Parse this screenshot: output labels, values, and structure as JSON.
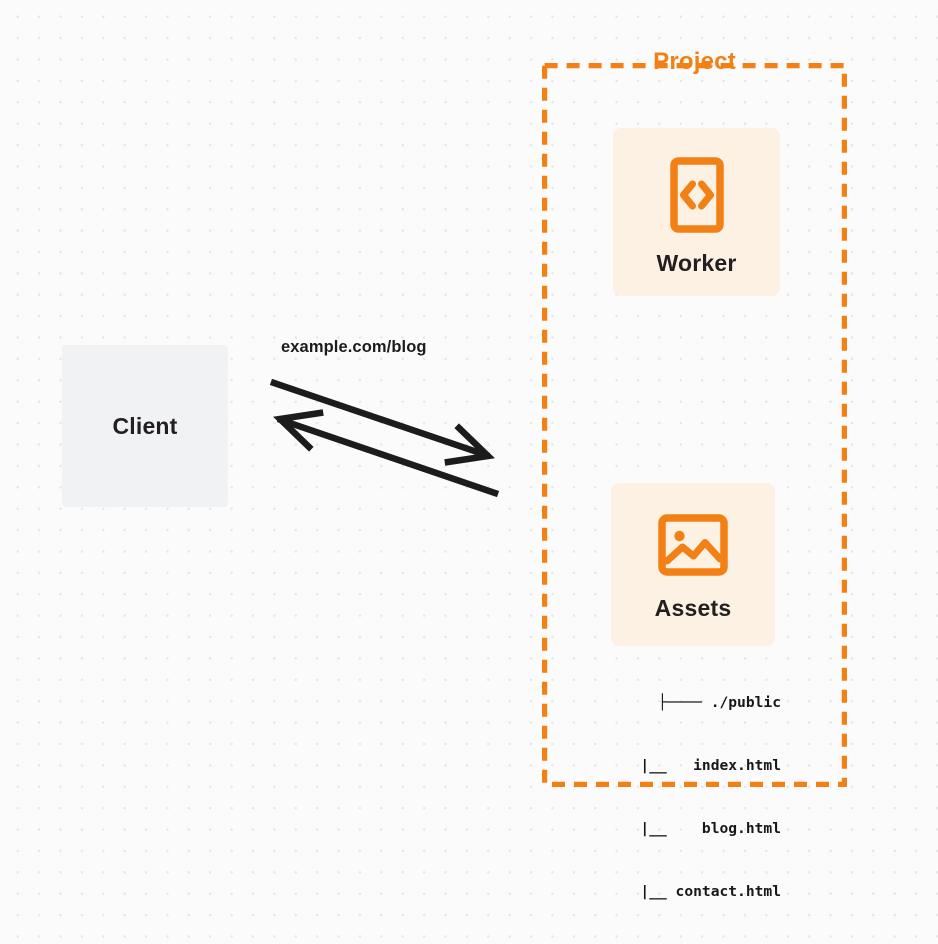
{
  "diagram": {
    "type": "architecture-flow",
    "background": {
      "color": "#fbfbfb",
      "dot_grid_color": "#e6e6e6"
    },
    "colors": {
      "accent_orange": "#f28014",
      "card_fill": "#fdf1e4",
      "client_fill": "#f1f2f4",
      "text_dark": "#231f20",
      "arrow_stroke": "#1c1c1c"
    },
    "client": {
      "label": "Client",
      "icon": "none"
    },
    "connection": {
      "label": "example.com/blog",
      "direction": "bidirectional",
      "request_arrow": "client-to-project",
      "response_arrow": "project-to-client"
    },
    "project": {
      "title": "Project",
      "border_style": "dashed",
      "services": [
        {
          "label": "Worker",
          "icon": "code-brackets-icon"
        },
        {
          "label": "Assets",
          "icon": "image-icon"
        }
      ],
      "file_tree": {
        "root": "./public",
        "root_line": "├──── ./public",
        "entries": [
          "|__   index.html",
          "|__    blog.html",
          "|__ contact.html"
        ],
        "files": [
          "index.html",
          "blog.html",
          "contact.html"
        ]
      }
    }
  }
}
